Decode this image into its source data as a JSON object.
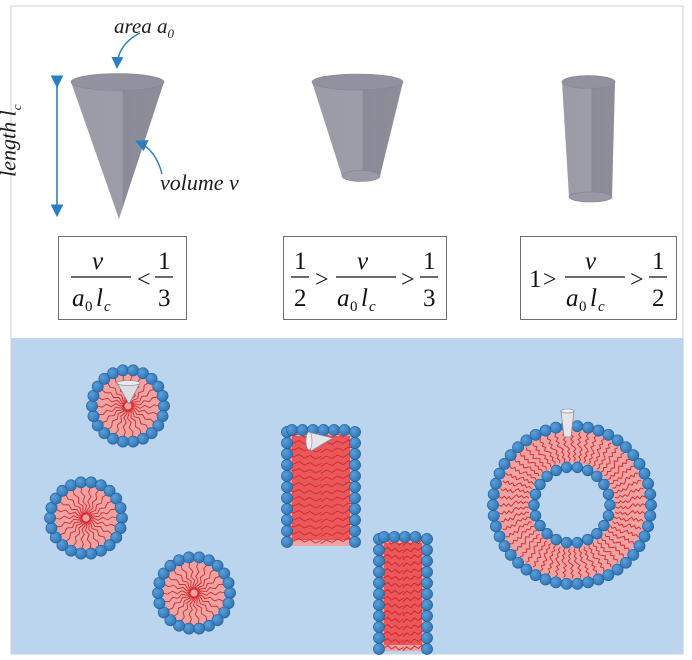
{
  "labels": {
    "area": "area a",
    "area_sub": "0",
    "length": "length l",
    "length_sub": "c",
    "volume": "volume v"
  },
  "inequalities": [
    {
      "text": "v / (a0 lc) < 1/3",
      "left": "",
      "lt": "<",
      "right": "1/3"
    },
    {
      "text": "1/2 > v / (a0 lc) > 1/3"
    },
    {
      "text": "1 > v / (a0 lc) > 1/2"
    }
  ],
  "formula": {
    "v": "v",
    "a0": "a",
    "a0_sub": "0",
    "lc": "l",
    "lc_sub": "c",
    "one": "1",
    "two": "2",
    "three": "3",
    "lt": "<",
    "gt": ">"
  },
  "colors": {
    "cone": "#8f8e9b",
    "cone_light": "#a9a8b4",
    "arrow": "#2a7fc0",
    "panel_bg": "#bcd5ee",
    "head": "#3e86c6",
    "head_edge": "#1e5f99",
    "tail": "#f0a3a3",
    "tail_line": "#d8262a"
  }
}
